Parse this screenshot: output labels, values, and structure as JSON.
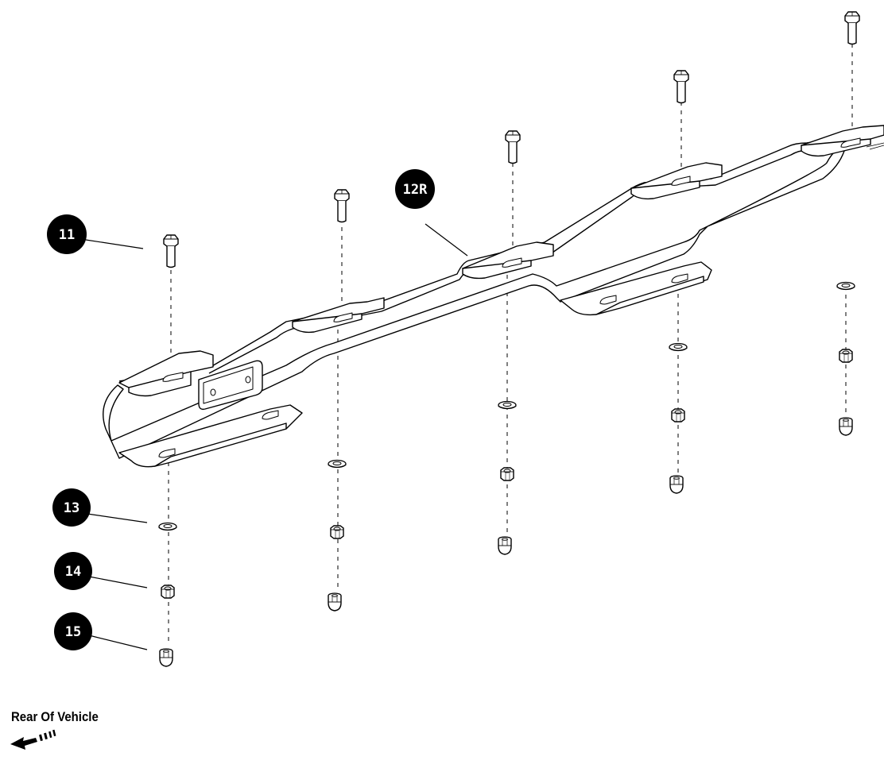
{
  "callouts": {
    "c11": "11",
    "c12r": "12R",
    "c13": "13",
    "c14": "14",
    "c15": "15"
  },
  "orientation": {
    "label": "Rear Of Vehicle",
    "icon": "rear-direction-arrow-icon"
  },
  "colors": {
    "line": "#000000",
    "callout_fill": "#000000",
    "callout_text": "#ffffff",
    "background": "#ffffff"
  }
}
